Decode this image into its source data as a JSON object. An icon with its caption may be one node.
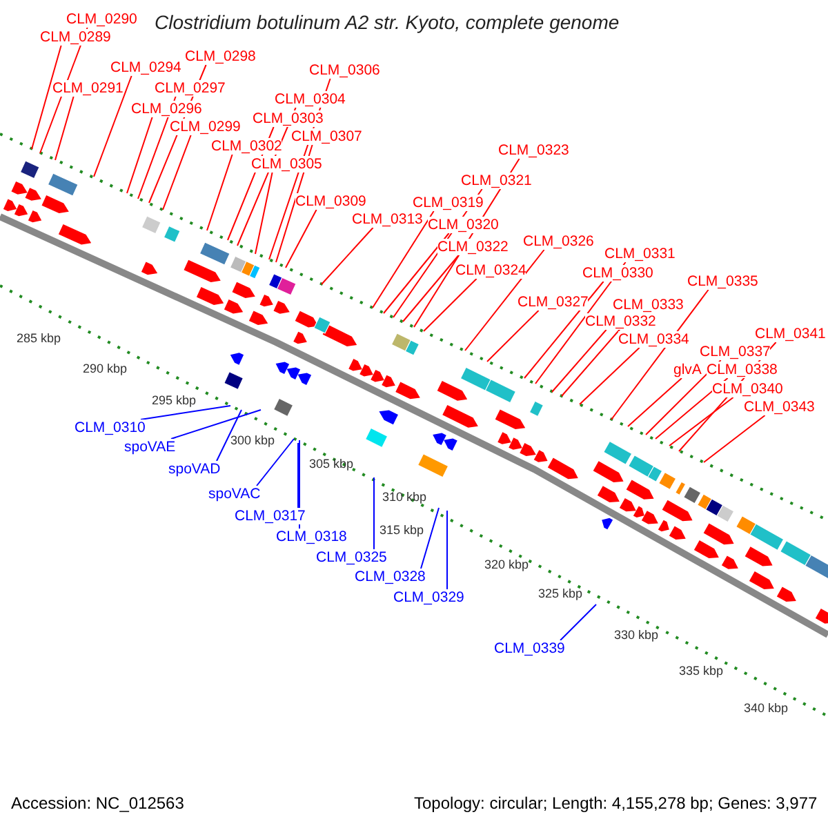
{
  "diagram": {
    "title": "Clostridium botulinum A2 str. Kyoto, complete genome",
    "nodes": [
      {
        "text": [
          "CLM_0290"
        ]
      },
      {
        "text": [
          "CLM_0289"
        ]
      },
      {
        "text": [
          "CLM_0294"
        ]
      },
      {
        "text": [
          "CLM_0298"
        ]
      },
      {
        "text": [
          "CLM_0291"
        ]
      },
      {
        "text": [
          "CLM_0297"
        ]
      },
      {
        "text": [
          "CLM_0296"
        ]
      },
      {
        "text": [
          "CLM_0299"
        ]
      },
      {
        "text": [
          "CLM_0306"
        ]
      },
      {
        "text": [
          "CLM_0304"
        ]
      },
      {
        "text": [
          "CLM_0303"
        ]
      },
      {
        "text": [
          "CLM_0307"
        ]
      },
      {
        "text": [
          "CLM_0302"
        ]
      },
      {
        "text": [
          "CLM_0305"
        ]
      },
      {
        "text": [
          "CLM_0309"
        ]
      },
      {
        "text": [
          "CLM_0313"
        ]
      },
      {
        "text": [
          "CLM_0323"
        ]
      },
      {
        "text": [
          "CLM_0321"
        ]
      },
      {
        "text": [
          "CLM_0319"
        ]
      },
      {
        "text": [
          "CLM_0320"
        ]
      },
      {
        "text": [
          "CLM_0322"
        ]
      },
      {
        "text": [
          "CLM_0324"
        ]
      },
      {
        "text": [
          "CLM_0326"
        ]
      },
      {
        "text": [
          "CLM_0331"
        ]
      },
      {
        "text": [
          "CLM_0330"
        ]
      },
      {
        "text": [
          "CLM_0327"
        ]
      },
      {
        "text": [
          "CLM_0335"
        ]
      },
      {
        "text": [
          "CLM_0333"
        ]
      },
      {
        "text": [
          "CLM_0332"
        ]
      },
      {
        "text": [
          "CLM_0334"
        ]
      },
      {
        "text": [
          "CLM_0341"
        ]
      },
      {
        "text": [
          "CLM_0337"
        ]
      },
      {
        "text": [
          "glvA"
        ]
      },
      {
        "text": [
          "CLM_0338"
        ]
      },
      {
        "text": [
          "CLM_0340"
        ]
      },
      {
        "text": [
          "CLM_0343"
        ]
      },
      {
        "text": [
          "CLM_0310"
        ]
      },
      {
        "text": [
          "spoVAE"
        ]
      },
      {
        "text": [
          "spoVAD"
        ]
      },
      {
        "text": [
          "spoVAC"
        ]
      },
      {
        "text": [
          "CLM_0317"
        ]
      },
      {
        "text": [
          "CLM_0318"
        ]
      },
      {
        "text": [
          "CLM_0325"
        ]
      },
      {
        "text": [
          "CLM_0328"
        ]
      },
      {
        "text": [
          "CLM_0329"
        ]
      },
      {
        "text": [
          "CLM_0339"
        ]
      }
    ],
    "edges": [
      {
        "from": 0,
        "to": null,
        "arrow": "none"
      },
      {
        "from": 1,
        "to": null,
        "arrow": "none"
      },
      {
        "from": 2,
        "to": null,
        "arrow": "none"
      },
      {
        "from": 3,
        "to": null,
        "arrow": "none"
      },
      {
        "from": 4,
        "to": null,
        "arrow": "none"
      },
      {
        "from": 5,
        "to": null,
        "arrow": "none"
      },
      {
        "from": 6,
        "to": null,
        "arrow": "none"
      },
      {
        "from": 7,
        "to": null,
        "arrow": "none"
      },
      {
        "from": 8,
        "to": null,
        "arrow": "none"
      },
      {
        "from": 9,
        "to": null,
        "arrow": "none"
      },
      {
        "from": 10,
        "to": null,
        "arrow": "none"
      },
      {
        "from": 11,
        "to": null,
        "arrow": "none"
      },
      {
        "from": 12,
        "to": null,
        "arrow": "none"
      },
      {
        "from": 13,
        "to": null,
        "arrow": "none"
      },
      {
        "from": 14,
        "to": null,
        "arrow": "none"
      },
      {
        "from": 15,
        "to": null,
        "arrow": "none"
      },
      {
        "from": 16,
        "to": null,
        "arrow": "none"
      },
      {
        "from": 17,
        "to": null,
        "arrow": "none"
      },
      {
        "from": 18,
        "to": null,
        "arrow": "none"
      },
      {
        "from": 19,
        "to": null,
        "arrow": "none"
      },
      {
        "from": 20,
        "to": null,
        "arrow": "none"
      },
      {
        "from": 21,
        "to": null,
        "arrow": "none"
      },
      {
        "from": 22,
        "to": null,
        "arrow": "none"
      },
      {
        "from": 23,
        "to": null,
        "arrow": "none"
      },
      {
        "from": 24,
        "to": null,
        "arrow": "none"
      },
      {
        "from": 25,
        "to": null,
        "arrow": "none"
      },
      {
        "from": 26,
        "to": null,
        "arrow": "none"
      },
      {
        "from": 27,
        "to": null,
        "arrow": "none"
      },
      {
        "from": 28,
        "to": null,
        "arrow": "none"
      },
      {
        "from": 29,
        "to": null,
        "arrow": "none"
      },
      {
        "from": 30,
        "to": null,
        "arrow": "none"
      },
      {
        "from": 31,
        "to": null,
        "arrow": "none"
      },
      {
        "from": 32,
        "to": null,
        "arrow": "none"
      },
      {
        "from": 33,
        "to": null,
        "arrow": "none"
      },
      {
        "from": 34,
        "to": null,
        "arrow": "none"
      },
      {
        "from": 35,
        "to": null,
        "arrow": "none"
      },
      {
        "from": 36,
        "to": null,
        "arrow": "none",
        "color": "#0000ff"
      },
      {
        "from": 37,
        "to": null,
        "arrow": "none",
        "color": "#0000ff"
      },
      {
        "from": 38,
        "to": null,
        "arrow": "none",
        "color": "#0000ff"
      },
      {
        "from": 39,
        "to": null,
        "arrow": "none",
        "color": "#0000ff"
      },
      {
        "from": 40,
        "to": null,
        "arrow": "none",
        "color": "#0000ff"
      },
      {
        "from": 41,
        "to": null,
        "arrow": "none",
        "color": "#0000ff"
      },
      {
        "from": 42,
        "to": null,
        "arrow": "none",
        "color": "#0000ff"
      },
      {
        "from": 43,
        "to": null,
        "arrow": "none",
        "color": "#0000ff"
      },
      {
        "from": 44,
        "to": null,
        "arrow": "none",
        "color": "#0000ff"
      },
      {
        "from": 45,
        "to": null,
        "arrow": "none",
        "color": "#0000ff"
      }
    ],
    "labels": [
      "285 kbp",
      "290 kbp",
      "295 kbp",
      "300 kbp",
      "305 kbp",
      "310 kbp",
      "315 kbp",
      "320 kbp",
      "325 kbp",
      "330 kbp",
      "335 kbp",
      "340 kbp",
      "Accession: NC_012563",
      "Topology: circular; Length: 4,155,278 bp; Genes: 3,977"
    ]
  }
}
